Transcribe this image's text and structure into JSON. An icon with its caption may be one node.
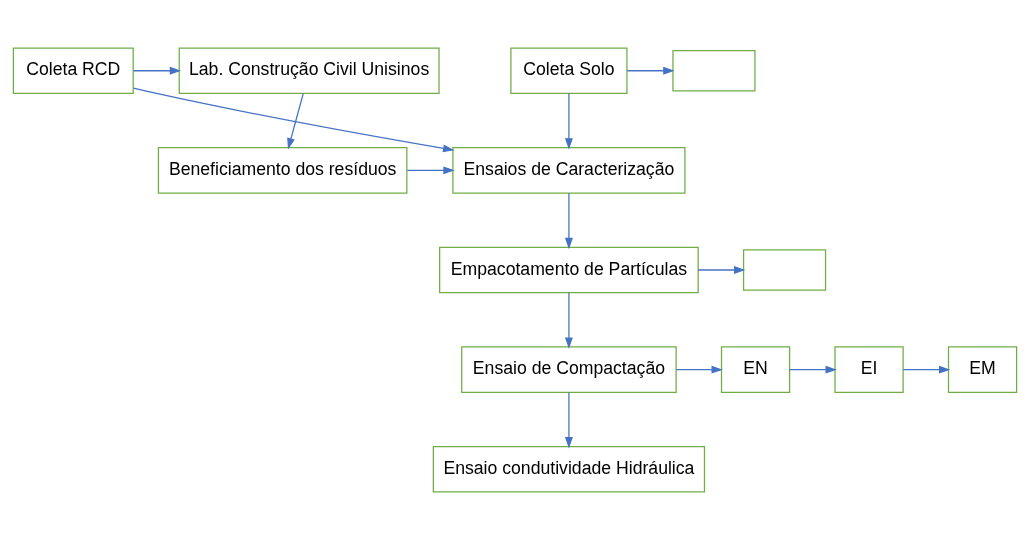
{
  "diagram": {
    "nodes": [
      {
        "text": [],
        "shape": "box"
      },
      {
        "text": [
          "Coleta Solo"
        ]
      },
      {
        "text": [
          "Coleta RCD"
        ]
      },
      {
        "text": [
          "Lab. Construção Civil Unisinos"
        ]
      },
      {
        "text": [
          "Ensaios de Caracterização"
        ]
      },
      {
        "text": [
          "Beneficiamento dos resíduos"
        ]
      },
      {
        "text": [
          "Empacotamento de Partículas"
        ]
      },
      {
        "text": [],
        "shape": "box"
      },
      {
        "text": [
          "Ensaio de Compactação"
        ]
      },
      {
        "text": [
          "EN"
        ]
      },
      {
        "text": [
          "EI"
        ]
      },
      {
        "text": [
          "EM"
        ]
      },
      {
        "text": [
          "Ensaio condutividade Hidráulica"
        ]
      }
    ],
    "edges": [
      {
        "from": 1,
        "to": 0,
        "arrow": "to"
      },
      {
        "from": 2,
        "to": 3,
        "arrow": "to"
      },
      {
        "from": 1,
        "to": 4,
        "arrow": "to"
      },
      {
        "from": 2,
        "to": 4,
        "arrow": "to"
      },
      {
        "from": 3,
        "to": 5,
        "arrow": "to"
      },
      {
        "from": 5,
        "to": 4,
        "arrow": "to"
      },
      {
        "from": 4,
        "to": 6,
        "arrow": "to"
      },
      {
        "from": 6,
        "to": 7,
        "arrow": "to"
      },
      {
        "from": 6,
        "to": 8,
        "arrow": "to"
      },
      {
        "from": 8,
        "to": 9,
        "arrow": "to"
      },
      {
        "from": 9,
        "to": 10,
        "arrow": "to"
      },
      {
        "from": 10,
        "to": 11,
        "arrow": "to"
      },
      {
        "from": 8,
        "to": 12,
        "arrow": "to"
      }
    ]
  }
}
